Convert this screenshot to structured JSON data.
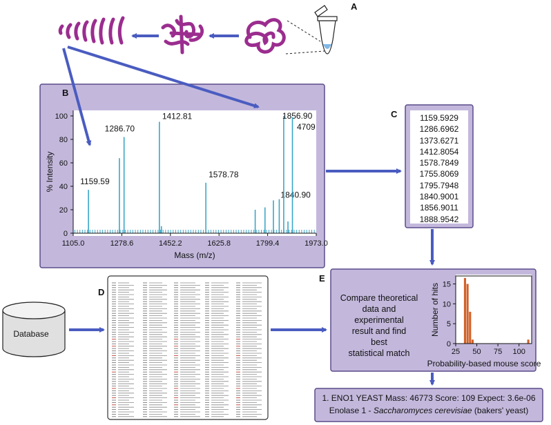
{
  "panels": {
    "a": "A",
    "b": "B",
    "c": "C",
    "d": "D",
    "e": "E"
  },
  "database_label": "Database",
  "mass_list": [
    "1159.5929",
    "1286.6962",
    "1373.6271",
    "1412.8054",
    "1578.7849",
    "1755.8069",
    "1795.7948",
    "1840.9001",
    "1856.9011",
    "1888.9542"
  ],
  "compare_text": [
    "Compare theoretical",
    "data and experimental",
    "result and find",
    "best",
    "statistical match"
  ],
  "result": {
    "line1": "1. ENO1 YEAST   Mass: 46773   Score: 109   Expect: 3.6e-06",
    "line2_prefix": "Enolase 1 - ",
    "line2_species": "Saccharomyces cerevisiae",
    "line2_suffix": " (bakers' yeast)"
  },
  "colors": {
    "panel_fill": "#c3b8dc",
    "panel_border": "#5a4b8a",
    "arrow": "#4a5cc0",
    "protein": "#9b2d8f",
    "spectrum": "#3aa6c8",
    "histogram": "#d2622a"
  },
  "chart_data": [
    {
      "type": "bar",
      "title": "",
      "xlabel": "Mass (m/z)",
      "ylabel": "% Intensity",
      "xticks": [
        "1105.0",
        "1278.6",
        "1452.2",
        "1625.8",
        "1799.4",
        "1973.0"
      ],
      "xlim": [
        1105.0,
        1973.0
      ],
      "yticks": [
        "0",
        "20",
        "40",
        "60",
        "80",
        "100"
      ],
      "ylim": [
        0,
        100
      ],
      "peaks": [
        {
          "x": 1159.59,
          "y": 37,
          "label": "1159.59"
        },
        {
          "x": 1270.0,
          "y": 64,
          "label": ""
        },
        {
          "x": 1286.7,
          "y": 82,
          "label": "1286.70"
        },
        {
          "x": 1412.81,
          "y": 95,
          "label": "1412.81"
        },
        {
          "x": 1420.0,
          "y": 6,
          "label": ""
        },
        {
          "x": 1578.78,
          "y": 43,
          "label": "1578.78"
        },
        {
          "x": 1755.0,
          "y": 20,
          "label": ""
        },
        {
          "x": 1790.0,
          "y": 22,
          "label": ""
        },
        {
          "x": 1820.0,
          "y": 28,
          "label": ""
        },
        {
          "x": 1840.9,
          "y": 29,
          "label": "1840.90"
        },
        {
          "x": 1856.9,
          "y": 100,
          "label": "1856.90"
        },
        {
          "x": 1872.0,
          "y": 10,
          "label": ""
        },
        {
          "x": 1888.0,
          "y": 99,
          "label": ""
        }
      ],
      "annotation": "4709"
    },
    {
      "type": "bar",
      "title": "",
      "xlabel": "Probability-based mouse score",
      "ylabel": "Number of hits",
      "xticks": [
        "25",
        "50",
        "75",
        "100"
      ],
      "xlim": [
        25,
        115
      ],
      "yticks": [
        "0",
        "5",
        "10",
        "15"
      ],
      "ylim": [
        0,
        17
      ],
      "bins": [
        {
          "x": 36,
          "count": 16.5
        },
        {
          "x": 39,
          "count": 15
        },
        {
          "x": 42,
          "count": 8
        },
        {
          "x": 45,
          "count": 1
        },
        {
          "x": 111,
          "count": 1
        }
      ]
    }
  ]
}
